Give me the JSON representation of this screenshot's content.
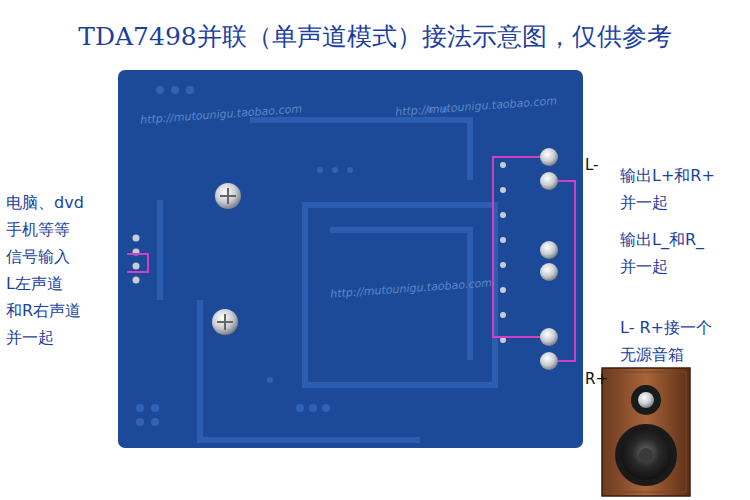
{
  "diagram": {
    "title": "TDA7498并联（单声道模式）接法示意图，仅供参考",
    "labels": [
      "电脑、dvd 手机等等 信号输入 L左声道 和R右声道 并一起",
      "L-",
      "输出L+和R+ 并一起",
      "输出L_和R_ 并一起",
      "L- R+接一个 无源音箱",
      "R+",
      "http://mutounigu.taobao.com",
      "http://mutounigu.taobao.com",
      "http://mutounigu.taobao.com"
    ]
  }
}
